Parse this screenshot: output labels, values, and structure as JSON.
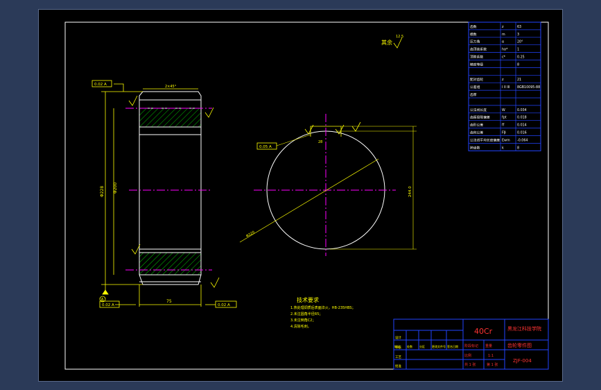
{
  "roughness_default": {
    "label": "其余",
    "value": "12.5"
  },
  "tolerance_frames": {
    "left_top": "0.02 A",
    "bottom_left": "0.02 A",
    "bottom_right": "0.02 A",
    "right_view": "0.05 A"
  },
  "datum": {
    "letter": "A"
  },
  "dimensions": {
    "top_chamfer": "2×45°",
    "outer_diameter": "Φ228",
    "bore_diameter": "Φ200",
    "face_width": "75",
    "keyway_width": "28",
    "keyway_depth": "244.0",
    "hub_diameter": "Φ220"
  },
  "tech_requirements": {
    "title": "技术要求",
    "items": [
      "1.热处理调质后表面淬火，HB-235HBS；",
      "2.未注圆角半径R5；",
      "3.未注倒角C2；",
      "4.清除毛刺。"
    ]
  },
  "gear_params_table": {
    "rows": [
      [
        "齿数",
        "z",
        "63"
      ],
      [
        "模数",
        "m",
        "3"
      ],
      [
        "压力角",
        "α",
        "20°"
      ],
      [
        "齿顶高系数",
        "ha*",
        "1"
      ],
      [
        "顶隙系数",
        "c*",
        "0.25"
      ],
      [
        "精度等级",
        "",
        "8"
      ],
      [
        "",
        "",
        ""
      ],
      [
        "配对齿轮",
        "z",
        "21"
      ],
      [
        "公差组",
        "Ⅰ II III",
        "8GB10095-88"
      ],
      [
        "齿厚",
        "",
        ""
      ],
      [
        "",
        "",
        ""
      ],
      [
        "公法线长度",
        "W",
        "0.034"
      ],
      [
        "齿距极限偏差",
        "fpt",
        "0.018"
      ],
      [
        "齿形公差",
        "ff",
        "0.014"
      ],
      [
        "齿向公差",
        "Fβ",
        "0.016"
      ],
      [
        "公法线平均长度偏差",
        "Ewm",
        "-0.064"
      ],
      [
        "跨齿数",
        "k",
        "8"
      ]
    ]
  },
  "title_block": {
    "material": "40Cr",
    "school": "黑龙江科技学院",
    "part_name": "齿轮零件图",
    "drawing_no": "ZJF-004",
    "scale_label": "比例",
    "scale_value": "1:1",
    "sheet_label": "共 1 张",
    "sheet_of": "第 1 张",
    "rows_left": [
      "标记",
      "处数",
      "分区",
      "更改文件号",
      "签名",
      "日期"
    ],
    "roles": [
      "设计",
      "审核",
      "工艺",
      "批准"
    ],
    "stage_label": "阶段标记",
    "weight_label": "重量"
  },
  "colors": {
    "paper": "#000000",
    "frame": "#ffffff",
    "dimension": "#ffff00",
    "center_line": "#ff00ff",
    "hatch": "#00cc00",
    "table": "#2244ff",
    "table_text": "#ffffff"
  }
}
